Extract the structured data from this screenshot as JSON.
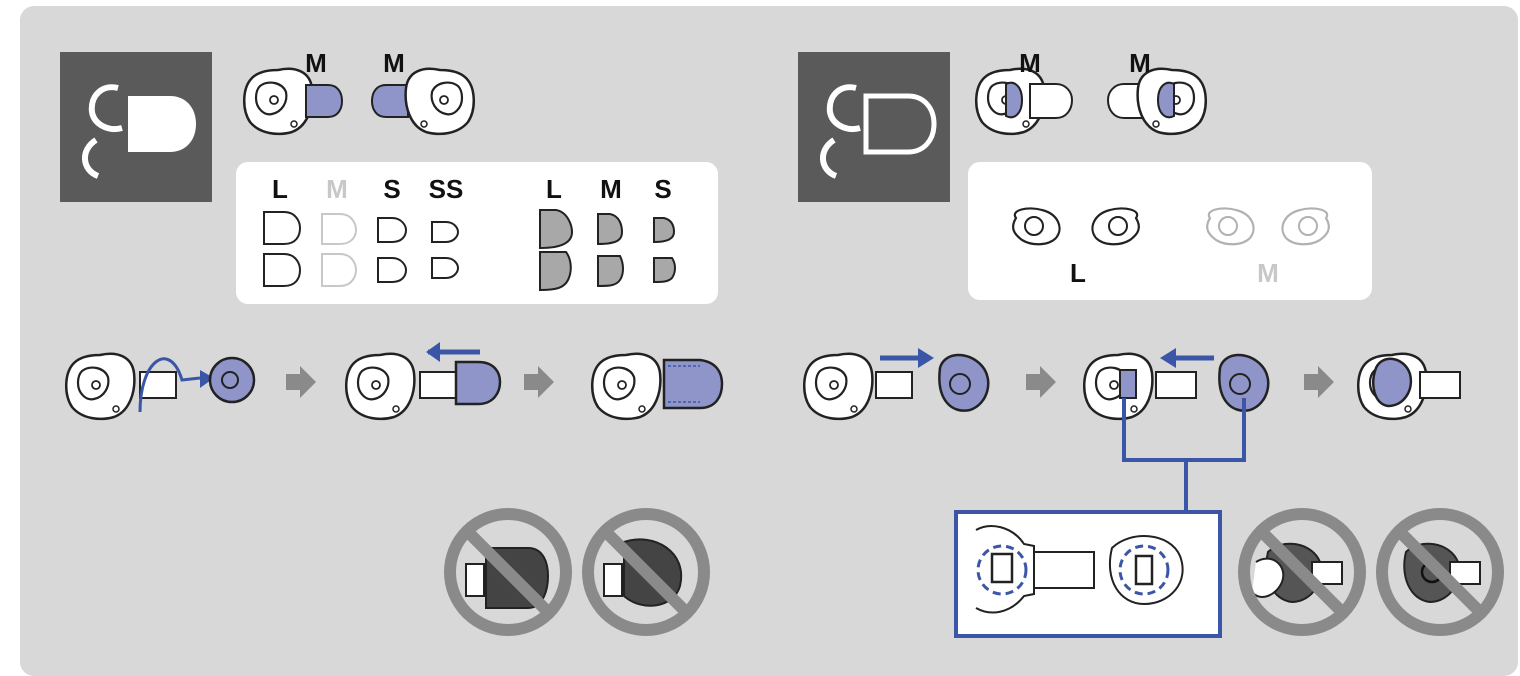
{
  "colors": {
    "background": "#d8d8d8",
    "dark_panel": "#5a5a5a",
    "accent_blue": "#8f95c9",
    "accent_blue_dark": "#3b56a6",
    "prohibited": "#8a8a8a",
    "white_panel": "#ffffff"
  },
  "left_section": {
    "top_pair_labels": [
      "M",
      "M"
    ],
    "size_chart_silicone": [
      "L",
      "M",
      "S",
      "SS"
    ],
    "size_chart_silicone_selected": "M",
    "size_chart_foam": [
      "L",
      "M",
      "S"
    ]
  },
  "right_section": {
    "top_pair_labels": [
      "M",
      "M"
    ],
    "fin_sizes": [
      "L",
      "M"
    ],
    "fin_selected": "M"
  },
  "icons": [
    "earbud-with-tip-icon",
    "earbud-with-fin-icon",
    "arrow-right-icon",
    "prohibited-icon"
  ]
}
